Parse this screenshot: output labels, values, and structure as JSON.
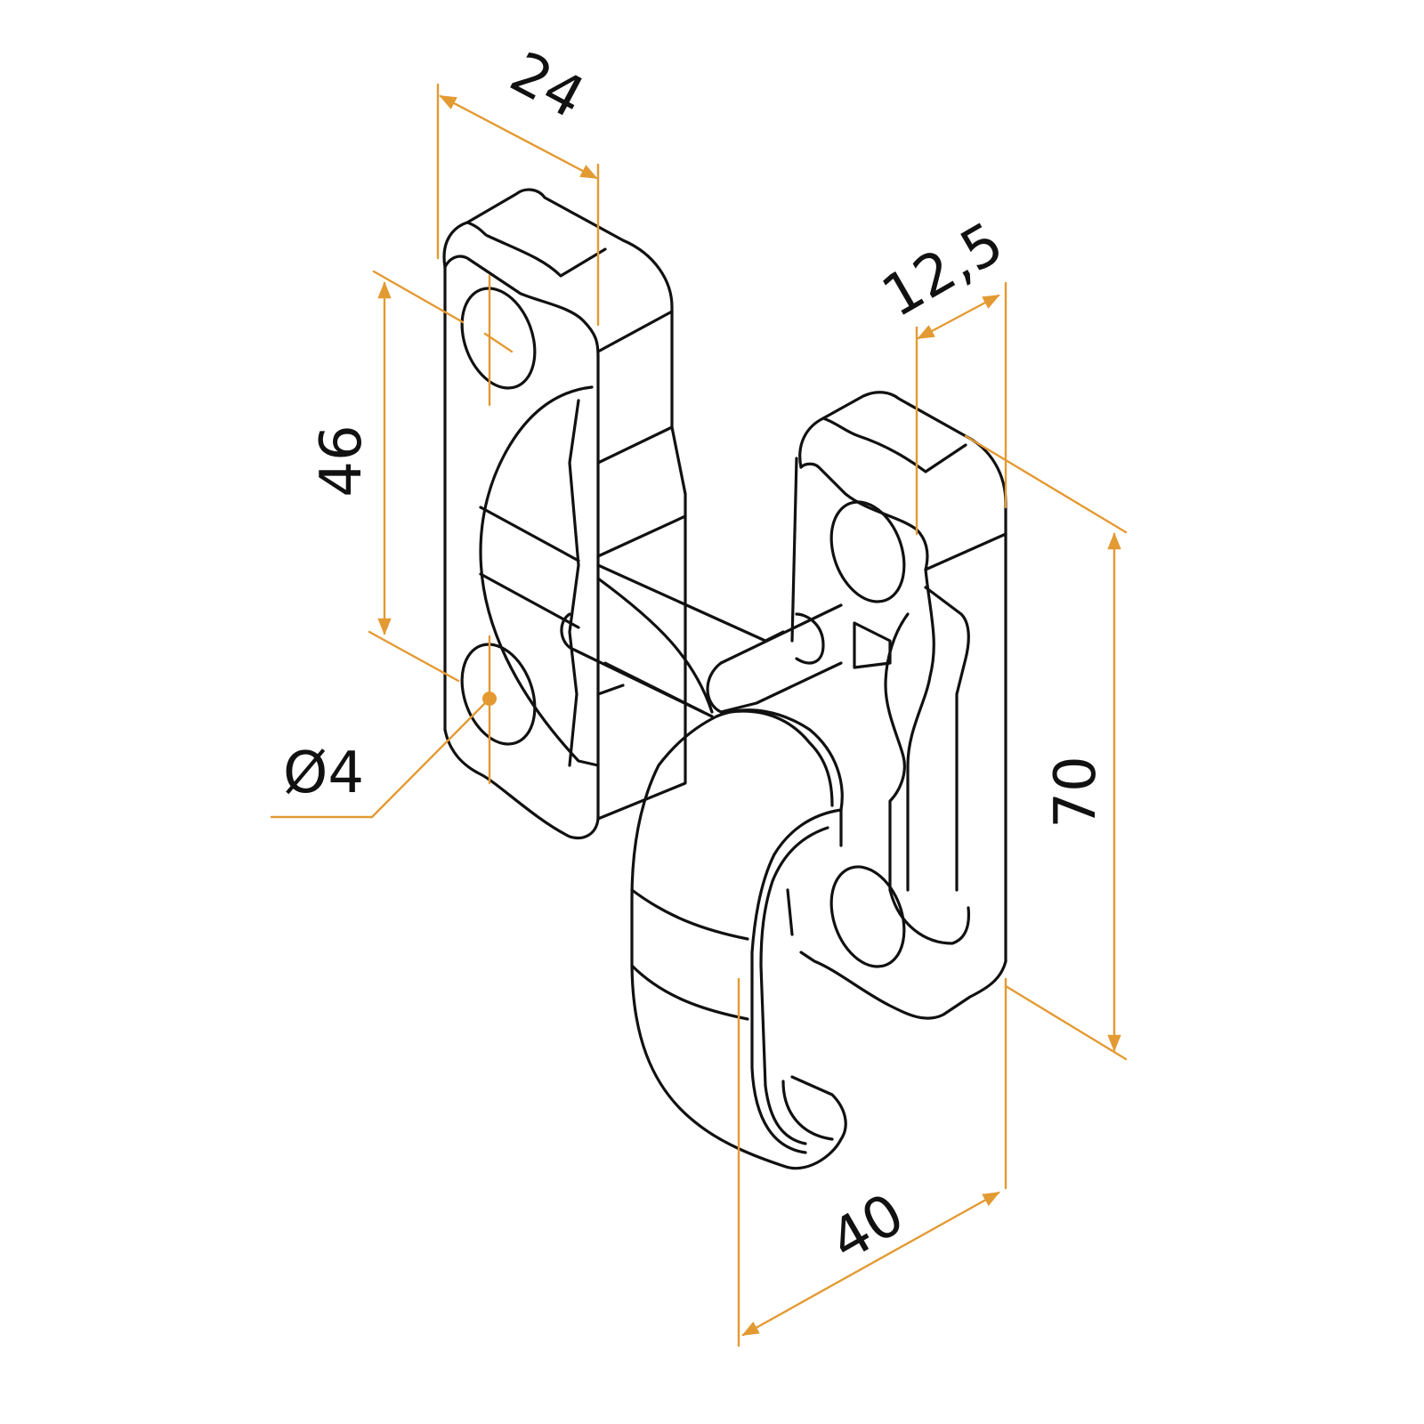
{
  "colors": {
    "outline": "#111111",
    "dimension": "#E39A32",
    "background": "#FFFFFF"
  },
  "dimensions": {
    "width_top": "24",
    "hole_spacing": "46",
    "hole_diameter": "Ø4",
    "depth": "12,5",
    "height": "70",
    "length": "40"
  }
}
